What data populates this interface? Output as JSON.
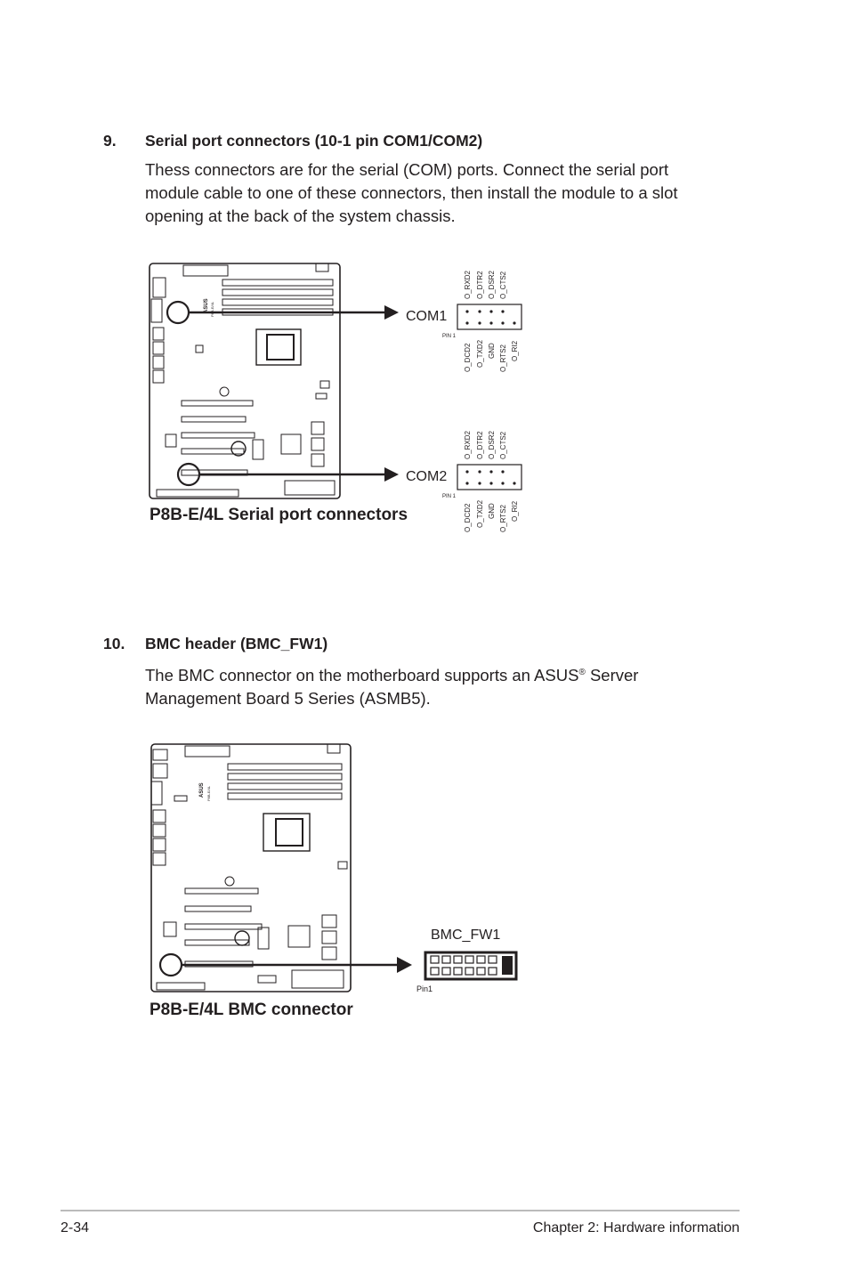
{
  "section9": {
    "number": "9.",
    "title": "Serial port connectors (10-1 pin COM1/COM2)",
    "lines": [
      "Thess connectors are for the serial (COM) ports. Connect the serial port",
      "module cable to one of these connectors, then install the module to a slot",
      "opening at the back of the system chassis."
    ],
    "figure": {
      "caption": "P8B-E/4L Serial port connectors",
      "connectors": [
        {
          "label": "COM1",
          "pin1": "PIN 1",
          "top_pins": [
            "O_RXD2",
            "O_DTR2",
            "O_DSR2",
            "O_CTS2"
          ],
          "bottom_pins": [
            "O_DCD2",
            "O_TXD2",
            "GND",
            "O_RTS2",
            "O_RI2"
          ]
        },
        {
          "label": "COM2",
          "pin1": "PIN 1",
          "top_pins": [
            "O_RXD2",
            "O_DTR2",
            "O_DSR2",
            "O_CTS2"
          ],
          "bottom_pins": [
            "O_DCD2",
            "O_TXD2",
            "GND",
            "O_RTS2",
            "O_RI2"
          ]
        }
      ],
      "board_logo": "ASUS",
      "board_model": "P8B-E/4L"
    }
  },
  "section10": {
    "number": "10.",
    "title": "BMC header (BMC_FW1)",
    "line1_before": "The BMC connector on the motherboard supports an ASUS",
    "line1_sup": "®",
    "line1_after": " Server",
    "line2": "Management Board 5 Series (ASMB5).",
    "figure": {
      "caption": "P8B-E/4L BMC connector",
      "connector_label": "BMC_FW1",
      "pin1": "Pin1",
      "board_logo": "ASUS",
      "board_model": "P8B-E/4L"
    }
  },
  "footer": {
    "page": "2-34",
    "chapter": "Chapter 2: Hardware information"
  }
}
